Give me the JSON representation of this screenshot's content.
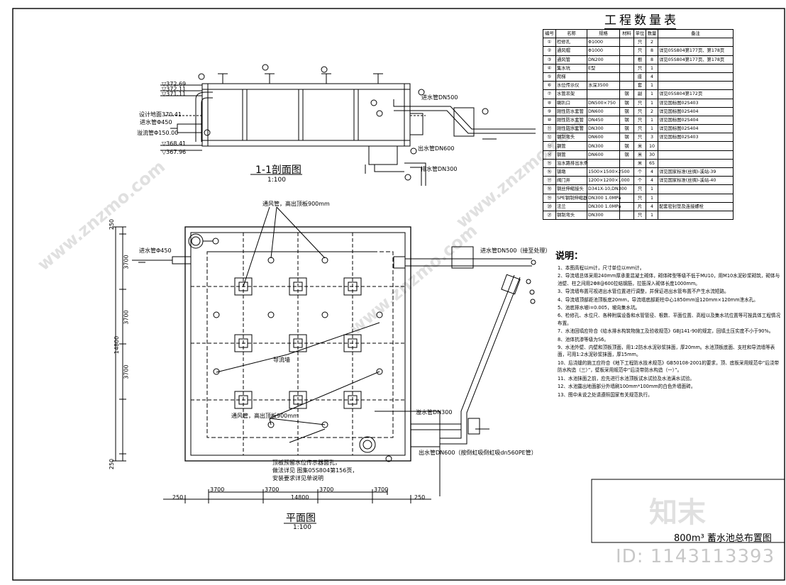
{
  "drawing": {
    "title_block_name": "800m³ 蓄水池总布置图",
    "watermark_logo": "知末",
    "watermark_id": "ID: 1143113393",
    "watermark_url": "www.znzmo.com"
  },
  "section_view": {
    "caption": "1-1剖面图",
    "scale": "1:100",
    "elevations": [
      "▽372.69",
      "▽372.11",
      "▽371.11",
      "设计地面370.41",
      "▽368.41",
      "▽367.96"
    ],
    "labels": {
      "inlet": "进水管Φ450",
      "overflow": "溢流管Φ150.00",
      "water_pipe_dn500": "进水管DN500",
      "outlet_dn600": "出水管DN600",
      "drain_dn300": "排水管DN300"
    }
  },
  "plan_view": {
    "caption": "平面图",
    "scale": "1:100",
    "labels": {
      "vent_top": "通风管，高出顶板900mm",
      "vent_bottom": "通风管，高出顶板900mm",
      "inlet": "进水管Φ450",
      "water_pipe": "进水管DN500（接至处理）",
      "guide_wall": "导流墙",
      "overflow_dn300": "溢水管DN300",
      "outlet": "出水管DN600（按倒虹吸倒虹吸dn560PE管）",
      "note1": "顶板预留水位传示器面孔，",
      "note2": "做法详见 图集05S804第156页，",
      "note3": "安装要求详见单说明"
    },
    "dims_bottom": [
      "3700",
      "3700",
      "3700",
      "3700"
    ],
    "dim_total": "14800",
    "dim_edge": "250",
    "dims_left": [
      "250",
      "3700",
      "3700",
      "14800",
      "3700",
      "250"
    ]
  },
  "quantity_table": {
    "title": "工程数量表",
    "headers": [
      "编号",
      "名称",
      "规格",
      "材料",
      "单位",
      "数量",
      "备注"
    ],
    "rows": [
      [
        "①",
        "检修孔",
        "Φ1000",
        "",
        "只",
        "2",
        ""
      ],
      [
        "②",
        "通风帽",
        "Φ1000",
        "",
        "只",
        "8",
        "详见05S804第177页、第178页"
      ],
      [
        "③",
        "通风管",
        "DN200",
        "",
        "根",
        "8",
        "详见05S804第177页、第178页"
      ],
      [
        "④",
        "集水坑",
        "E型",
        "",
        "只",
        "1",
        ""
      ],
      [
        "⑤",
        "爬梯",
        "",
        "",
        "座",
        "4",
        ""
      ],
      [
        "⑥",
        "水位传示仪",
        "水深3500",
        "",
        "套",
        "1",
        ""
      ],
      [
        "⑦",
        "水管吊架",
        "",
        "钢",
        "副",
        "1",
        "详见05S804第172页"
      ],
      [
        "⑧",
        "喇叭口",
        "DN500×750",
        "钢",
        "只",
        "1",
        "详见国标图02S403"
      ],
      [
        "⑨",
        "刚性防水套管",
        "DN600",
        "钢",
        "只",
        "2",
        "详见国标图02S404"
      ],
      [
        "⑩",
        "刚性防水套管",
        "DN450",
        "钢",
        "只",
        "1",
        "详见国标图02S404"
      ],
      [
        "⑪",
        "刚性防水套管",
        "DN300",
        "钢",
        "只",
        "1",
        "详见国标图02S404"
      ],
      [
        "⑫",
        "钢制弯头",
        "DN600",
        "钢",
        "只",
        "3",
        "详见国标图02S403"
      ],
      [
        "⑬",
        "钢管",
        "DN300",
        "钢",
        "米",
        "10",
        ""
      ],
      [
        "⑭",
        "钢管",
        "DN600",
        "钢",
        "米",
        "30",
        ""
      ],
      [
        "⑮",
        "溢水路排出水条",
        "",
        "",
        "米",
        "65",
        ""
      ],
      [
        "⑯",
        "镇墩",
        "1500×1500×2500",
        "",
        "个",
        "4",
        "详见国家标准(丝绸)-溪站-39"
      ],
      [
        "⑰",
        "阀门井",
        "1200×1200×1000",
        "",
        "个",
        "4",
        "详见国家标准(丝绸)-溪站-40"
      ],
      [
        "⑱",
        "钢丝伸缩接头",
        "D341X-10,DN300",
        "",
        "只",
        "1",
        ""
      ],
      [
        "⑲",
        "SPE钢制伸缩器",
        "DN300 1.0MPa",
        "",
        "只",
        "1",
        ""
      ],
      [
        "⑳",
        "法兰",
        "DN300 1.0MPa",
        "",
        "片",
        "4",
        "配套密封垫及连接螺栓"
      ],
      [
        "㉑",
        "钢制弯头",
        "DN300",
        "",
        "只",
        "1",
        ""
      ]
    ]
  },
  "notes": {
    "heading": "说明：",
    "items": [
      "1、本图高程以m计，尺寸单位以mm计。",
      "2、导流墙总体采用240mm厚承重混凝土砌体，砌体砖型等级不低于MU10，用M10水泥砂浆砌筑，砌体与池壁、柱之间用2Φ8@600拉结钢筋，拉筋深入砌体长度1000mm。",
      "3、导流墙布置可视进出水管位置进行调整，并保证进出水管布置不产生水流短路。",
      "4、导流墙顶部距池顶板底20mm，导流墙底部距柱中心1850mm设120mm×120mm泄水孔。",
      "5、池底排水坡i=0.005，坡向集水坑。",
      "6、检修孔、水位尺、各种附属设备和水管管径、根数、平面位置、高程以及集水坑位置等可按具体工程情况布置。",
      "7、水池回填应符合《给水排水构筑物施工及验收规范》GBJ141-90的规定，回填土压实度不小于90%。",
      "8、池体抗渗等级为S6。",
      "9、水池外壁、内壁和顶板顶面，用1:2防水水泥砂浆抹面，厚20mm。水池顶板底面、支柱和导流墙等表面，可用1:2水泥砂浆抹面，厚15mm。",
      "10、后浇缝的施工应符合《地下工程防水技术规范》GB50108-2001的要求，顶、底板采用规范中“后浇带防水构造（三）”，壁板采用规范中“后浇带防水构造（一）”。",
      "11、水池抹面之前，应先进行水池顶板试水试验及水池满水试验。",
      "12、水池露出地面部分外墙刷100mm*100mm的白色外墙面砖。",
      "13、图中未说之处请遵照国家有关规范执行。"
    ]
  },
  "colors": {
    "line": "#000000",
    "watermark": "#cfcfcf"
  }
}
